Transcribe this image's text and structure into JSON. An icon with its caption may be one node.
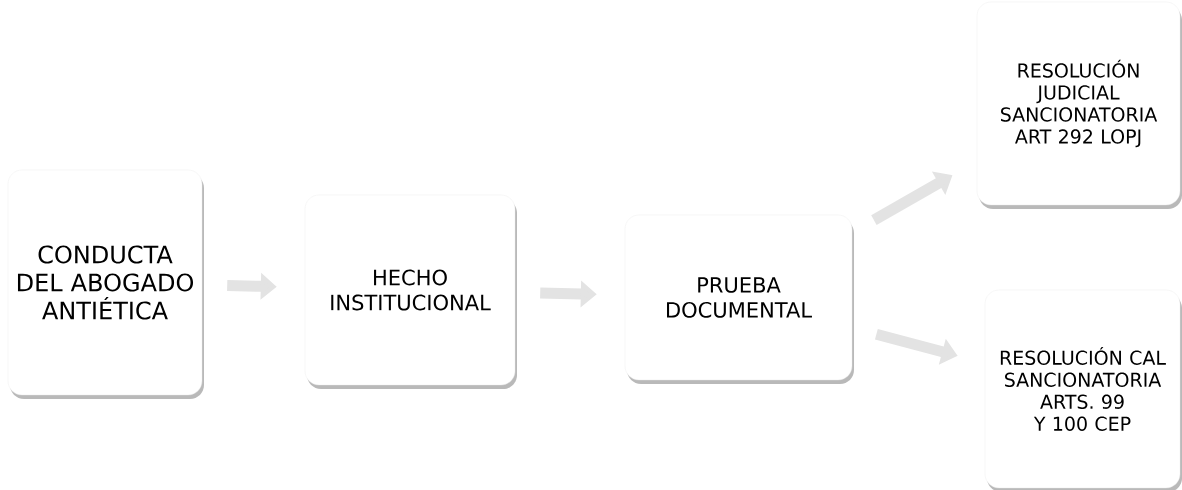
{
  "diagram": {
    "nodes": [
      {
        "text": [
          "CONDUCTA DEL ABOGADO ANTIÉTICA"
        ]
      },
      {
        "text": [
          "HECHO INSTITUCIONAL"
        ]
      },
      {
        "text": [
          "PRUEBA DOCUMENTAL"
        ]
      },
      {
        "text": [
          "RESOLUCIÓN JUDICIAL SANCIONATORIA",
          "ART 292 LOPJ"
        ]
      },
      {
        "text": [
          "RESOLUCIÓN CAL SANCIONATORIA",
          "ARTS. 99 Y 100 CEP"
        ]
      }
    ],
    "edges": [
      {
        "from": 0,
        "to": 1,
        "arrow": "to"
      },
      {
        "from": 1,
        "to": 2,
        "arrow": "to"
      },
      {
        "from": 2,
        "to": 3,
        "arrow": "to"
      },
      {
        "from": 2,
        "to": 4,
        "arrow": "to"
      }
    ]
  }
}
